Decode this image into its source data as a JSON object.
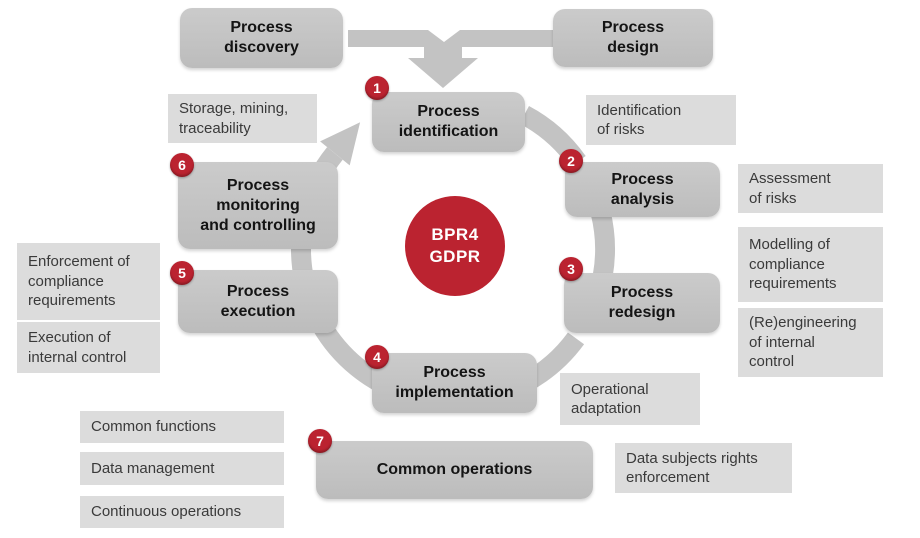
{
  "colors": {
    "red": "#BB2330",
    "stage_gray_top": "#CBCBCB",
    "stage_gray_bottom": "#BCBCBC",
    "annotation_gray": "#DCDCDC",
    "arrow_gray": "#C3C3C3",
    "stage_text": "#141414",
    "annotation_text": "#3A3A3A"
  },
  "top_flow": {
    "discovery": "Process\ndiscovery",
    "design": "Process\ndesign"
  },
  "hub": {
    "label": "BPR4\nGDPR"
  },
  "stages": [
    {
      "num": "1",
      "label": "Process\nidentification"
    },
    {
      "num": "2",
      "label": "Process\nanalysis"
    },
    {
      "num": "3",
      "label": "Process\nredesign"
    },
    {
      "num": "4",
      "label": "Process\nimplementation"
    },
    {
      "num": "5",
      "label": "Process\nexecution"
    },
    {
      "num": "6",
      "label": "Process\nmonitoring\nand controlling"
    },
    {
      "num": "7",
      "label": "Common operations"
    }
  ],
  "annotations": [
    {
      "text": "Storage, mining,\ntraceability"
    },
    {
      "text": "Identification\nof risks"
    },
    {
      "text": "Assessment\nof risks"
    },
    {
      "text": "Modelling of\ncompliance\nrequirements"
    },
    {
      "text": "(Re)engineering\nof internal\ncontrol"
    },
    {
      "text": "Enforcement of\ncompliance\nrequirements"
    },
    {
      "text": "Execution of\ninternal control"
    },
    {
      "text": "Operational\nadaptation"
    },
    {
      "text": "Common functions"
    },
    {
      "text": "Data management"
    },
    {
      "text": "Continuous operations"
    },
    {
      "text": "Data subjects rights\nenforcement"
    }
  ]
}
